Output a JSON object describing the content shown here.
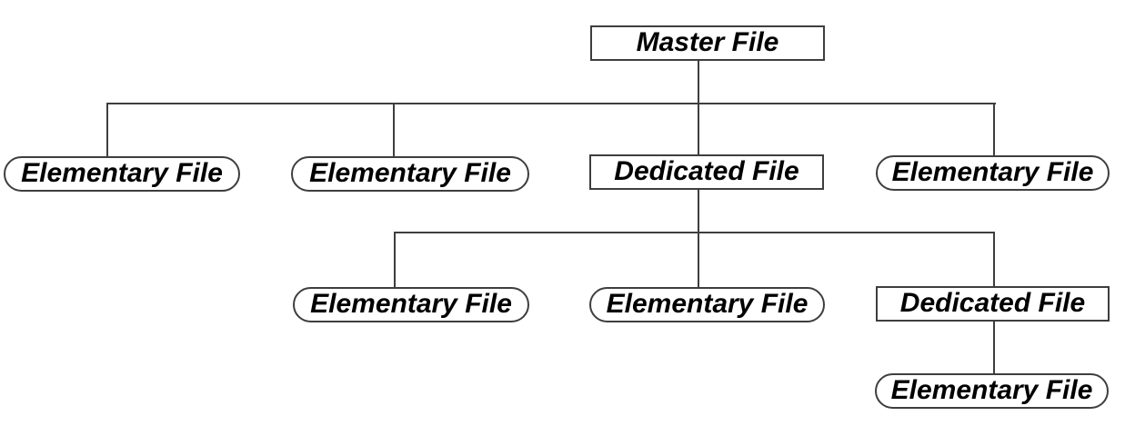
{
  "colors": {
    "background": "#ffffff",
    "line": "#3e3e3e",
    "border": "#3e3e3e",
    "text": "#000000"
  },
  "diagram": {
    "type": "tree",
    "nodes": [
      {
        "id": "master-file",
        "label": "Master File",
        "shape": "rectangle",
        "level": 0
      },
      {
        "id": "ef-1",
        "label": "Elementary File",
        "shape": "stadium",
        "level": 1
      },
      {
        "id": "ef-2",
        "label": "Elementary File",
        "shape": "stadium",
        "level": 1
      },
      {
        "id": "df-1",
        "label": "Dedicated File",
        "shape": "rectangle",
        "level": 1
      },
      {
        "id": "ef-3",
        "label": "Elementary File",
        "shape": "stadium",
        "level": 1
      },
      {
        "id": "ef-4",
        "label": "Elementary File",
        "shape": "stadium",
        "level": 2
      },
      {
        "id": "ef-5",
        "label": "Elementary File",
        "shape": "stadium",
        "level": 2
      },
      {
        "id": "df-2",
        "label": "Dedicated File",
        "shape": "rectangle",
        "level": 2
      },
      {
        "id": "ef-6",
        "label": "Elementary File",
        "shape": "stadium",
        "level": 3
      }
    ],
    "edges": [
      {
        "parent": "master-file",
        "children": [
          "ef-1",
          "ef-2",
          "df-1",
          "ef-3"
        ]
      },
      {
        "parent": "df-1",
        "children": [
          "ef-4",
          "ef-5",
          "df-2"
        ]
      },
      {
        "parent": "df-2",
        "children": [
          "ef-6"
        ]
      }
    ]
  }
}
